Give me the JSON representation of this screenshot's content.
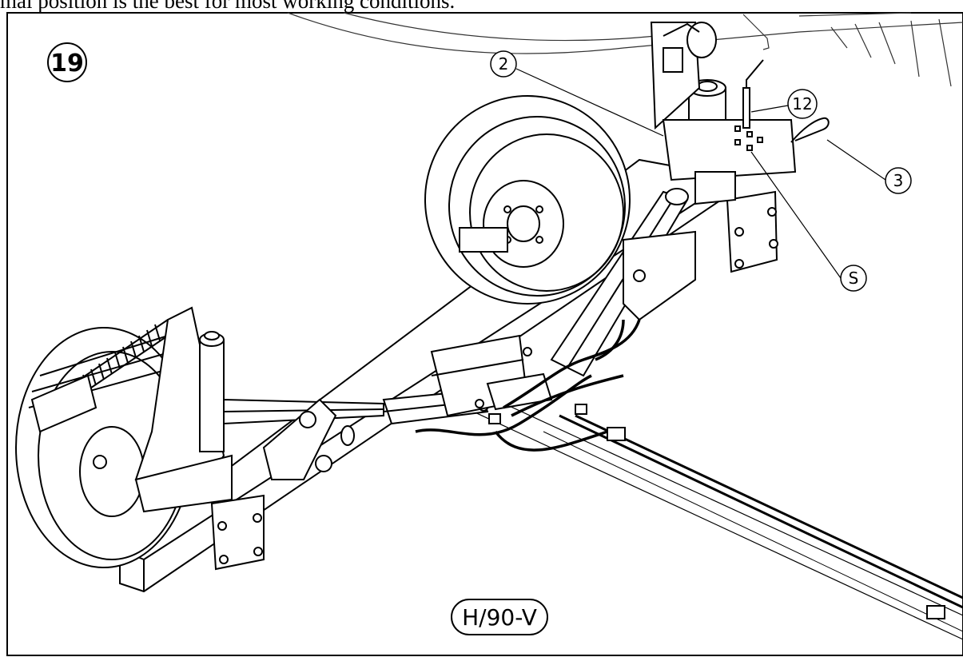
{
  "header": {
    "text": "mal position is the best for most working conditions."
  },
  "figure": {
    "number": "19",
    "model_label": "H/90-V",
    "callouts": [
      {
        "id": "callout-2",
        "label": "2"
      },
      {
        "id": "callout-12",
        "label": "12"
      },
      {
        "id": "callout-3",
        "label": "3"
      },
      {
        "id": "callout-s",
        "label": "S"
      }
    ]
  }
}
